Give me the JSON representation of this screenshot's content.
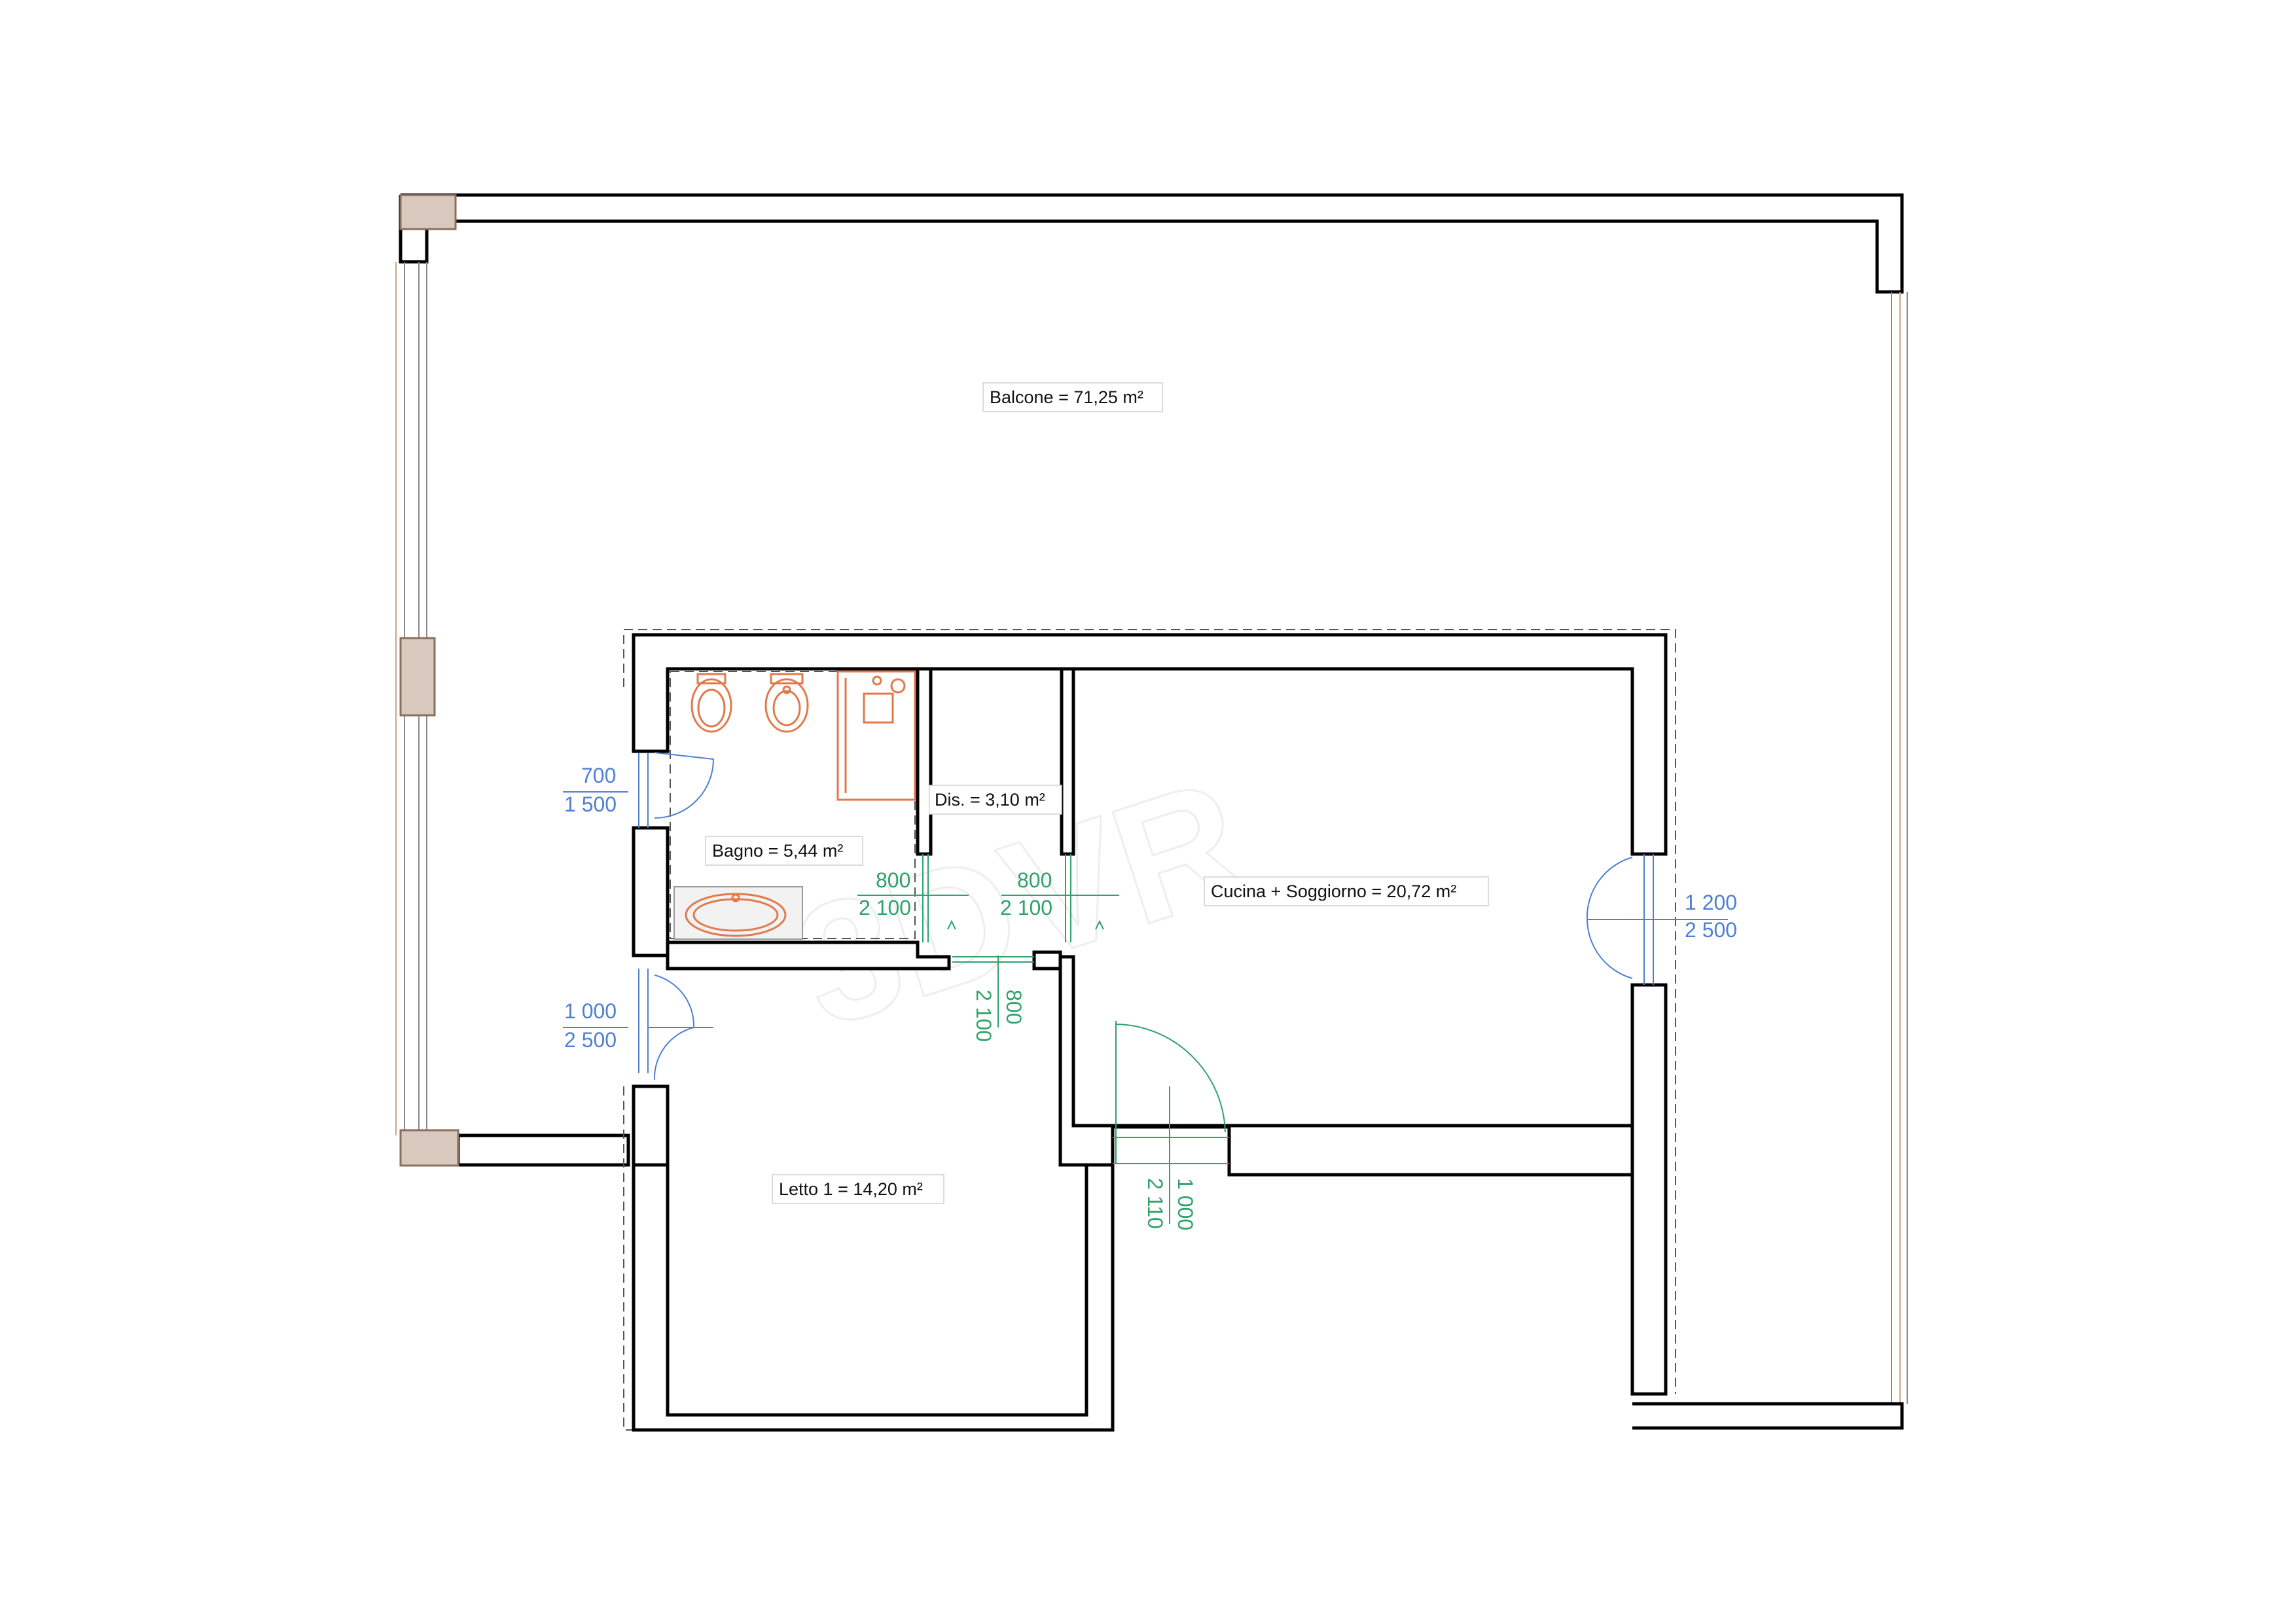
{
  "plan": {
    "watermark": "3DVR",
    "rooms": {
      "balcone": "Balcone = 71,25 m²",
      "dis": "Dis. = 3,10 m²",
      "bagno": "Bagno = 5,44 m²",
      "cucina_soggiorno": "Cucina + Soggiorno = 20,72 m²",
      "letto1": "Letto 1 = 14,20 m²"
    },
    "windows": {
      "bagno_window": {
        "width": "700",
        "height": "1 500"
      },
      "letto_window": {
        "width": "1 000",
        "height": "2 500"
      },
      "cucina_window": {
        "width": "1 200",
        "height": "2 500"
      }
    },
    "doors": {
      "bagno_door": {
        "width": "800",
        "height": "2 100"
      },
      "cucina_door": {
        "width": "800",
        "height": "2 100"
      },
      "letto_door": {
        "width": "800",
        "height": "2 100"
      },
      "entrance_door": {
        "width": "1 000",
        "height": "2 110"
      }
    }
  },
  "colors": {
    "walls": "#000000",
    "window_dimensions": "#4f7fd4",
    "door_dimensions": "#2ea36a",
    "sanitary_fixtures": "#e07a4a",
    "columns": "#d8c8bd"
  }
}
